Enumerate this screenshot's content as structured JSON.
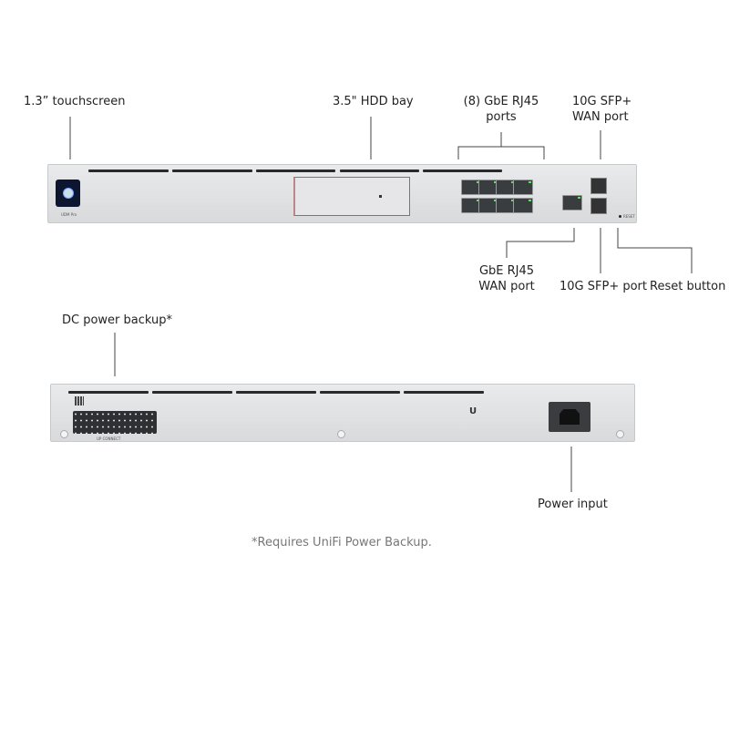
{
  "labels": {
    "touchscreen": "1.3” touchscreen",
    "hdd_bay": "3.5\" HDD bay",
    "gbe_ports_line1": "(8) GbE RJ45",
    "gbe_ports_line2": "ports",
    "sfp_wan_line1": "10G SFP+",
    "sfp_wan_line2": "WAN port",
    "rj45_wan_line1": "GbE RJ45",
    "rj45_wan_line2": "WAN port",
    "sfp_port": "10G SFP+ port",
    "reset": "Reset button",
    "dc_power": "DC power backup*",
    "power_input": "Power input"
  },
  "device": {
    "model": "UDM Pro",
    "reset_text": "RESET",
    "connector_text": "UP CONNECT"
  },
  "footnote": "*Requires UniFi Power Backup."
}
